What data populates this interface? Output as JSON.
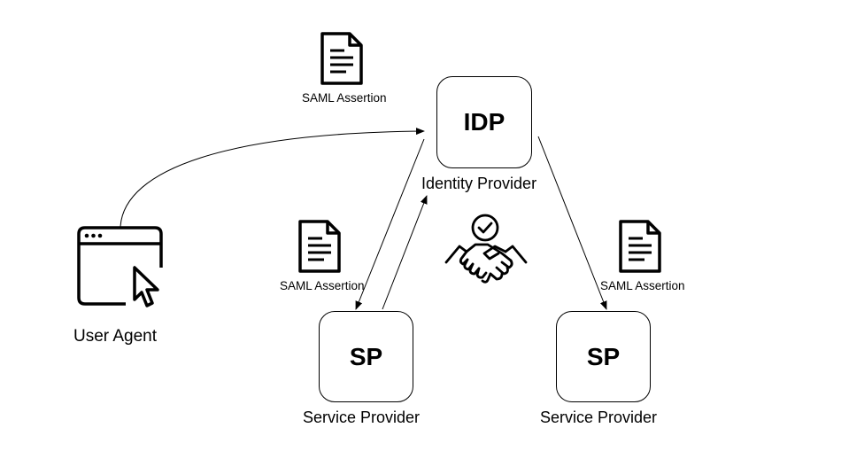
{
  "nodes": {
    "idp": {
      "label": "IDP",
      "caption": "Identity Provider"
    },
    "sp_left": {
      "label": "SP",
      "caption": "Service Provider"
    },
    "sp_right": {
      "label": "SP",
      "caption": "Service Provider"
    }
  },
  "user_agent": {
    "caption": "User Agent",
    "icon": "browser-cursor-icon"
  },
  "assertions": [
    {
      "label": "SAML Assertion",
      "icon": "document-icon"
    },
    {
      "label": "SAML Assertion",
      "icon": "document-icon"
    },
    {
      "label": "SAML Assertion",
      "icon": "document-icon"
    }
  ],
  "trust": {
    "icon": "handshake-check-icon"
  },
  "colors": {
    "stroke": "#000000",
    "background": "#ffffff"
  }
}
